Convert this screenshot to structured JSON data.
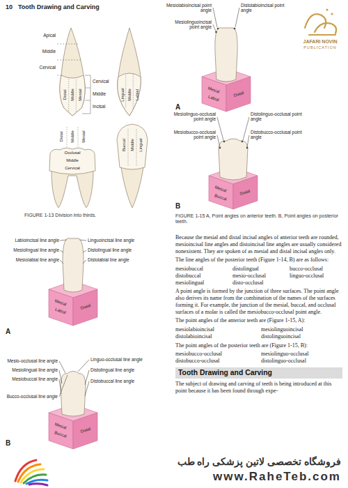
{
  "diagram": {
    "title": "Tooth Drawing and Carving",
    "labels": [
      "10",
      "Apical",
      "Middle",
      "Cervical",
      "Distal",
      "Middle",
      "Mesial",
      "Cervical",
      "Middle",
      "Incisal",
      "Lingual",
      "Middle",
      "Labial",
      "Distal",
      "Middle",
      "Mesial",
      "Occlusal",
      "Middle",
      "Cervical",
      "Buccal",
      "Middle",
      "Lingual",
      "FIGURE 1-13 Division into thirds.",
      "Mesiolabioincisal point angle",
      "Mesiolinguoincisal point angle",
      "Distolabioincisal point angle",
      "JAFARI NOVIN",
      "PUBLICATION",
      "Mesial",
      "Labial",
      "Distal",
      "A",
      "Mesiolinguo-occlusal point angle",
      "Mesiobucco-occlusal point angle",
      "Distolinguo-occlusal point angle",
      "Distobucco-occlusal point angle",
      "Mesial",
      "Buccal",
      "Distal",
      "B",
      "FIGURE 1-15 A, Point angles on anterior teeth. B, Point angles on posterior teeth.",
      "Labioincisal line angle",
      "Mesiolingual line angle",
      "Mesiolabial line angle",
      "Linguoincisal line angle",
      "Distolingual line angle",
      "Distolabial line angle",
      "Mesial",
      "Labial",
      "Distal",
      "A",
      "Mesio-occlusal line angle",
      "Mesiolingual line angle",
      "Mesiobuccal line angle",
      "Bucco-occlusal line angle",
      "Linguo-occlusal line angle",
      "Distolingual line angle",
      "Distobuccal line angle",
      "Mesial",
      "Buccal",
      "Distal",
      "B",
      "Because the mesial and distal incisal angles of anterior teeth are rounded, mesioincisal line angles and distoincisal line angles are usually considered nonexistent. They are spoken of as mesial and distal incisal angles only.",
      "The line angles of the posterior teeth (Figure 1-14, B) are as follows:",
      "mesiobuccal",
      "distolingual",
      "bucco-occlusal",
      "distobuccal",
      "mesio-occlusal",
      "linguo-occlusal",
      "mesiolingual",
      "disto-occlusal",
      "A point angle is formed by the junction of three surfaces. The point angle also derives its name from the combination of the names of the surfaces forming it. For example, the junction of the mesial, buccal, and occlusal surfaces of a molar is called the mesiobucco-occlusal point angle.",
      "The point angles of the anterior teeth are (Figure 1-15, A):",
      "mesiolabioincisal",
      "mesiolinguoincisal",
      "distolabioincisal",
      "distolinguoincisal",
      "The point angles of the posterior teeth are (Figure 1-15, B):",
      "mesiobucco-occlusal",
      "mesiolinguo-occlusal",
      "distobucco-occlusal",
      "distolinguo-occlusal",
      "Tooth Drawing and Carving",
      "The subject of drawing and carving of teeth is being introduced at this point because it has been found through expe-",
      "فروشگاه تخصصی لاتین پزشکی راه طب",
      "www.RaheTeb.com"
    ]
  }
}
